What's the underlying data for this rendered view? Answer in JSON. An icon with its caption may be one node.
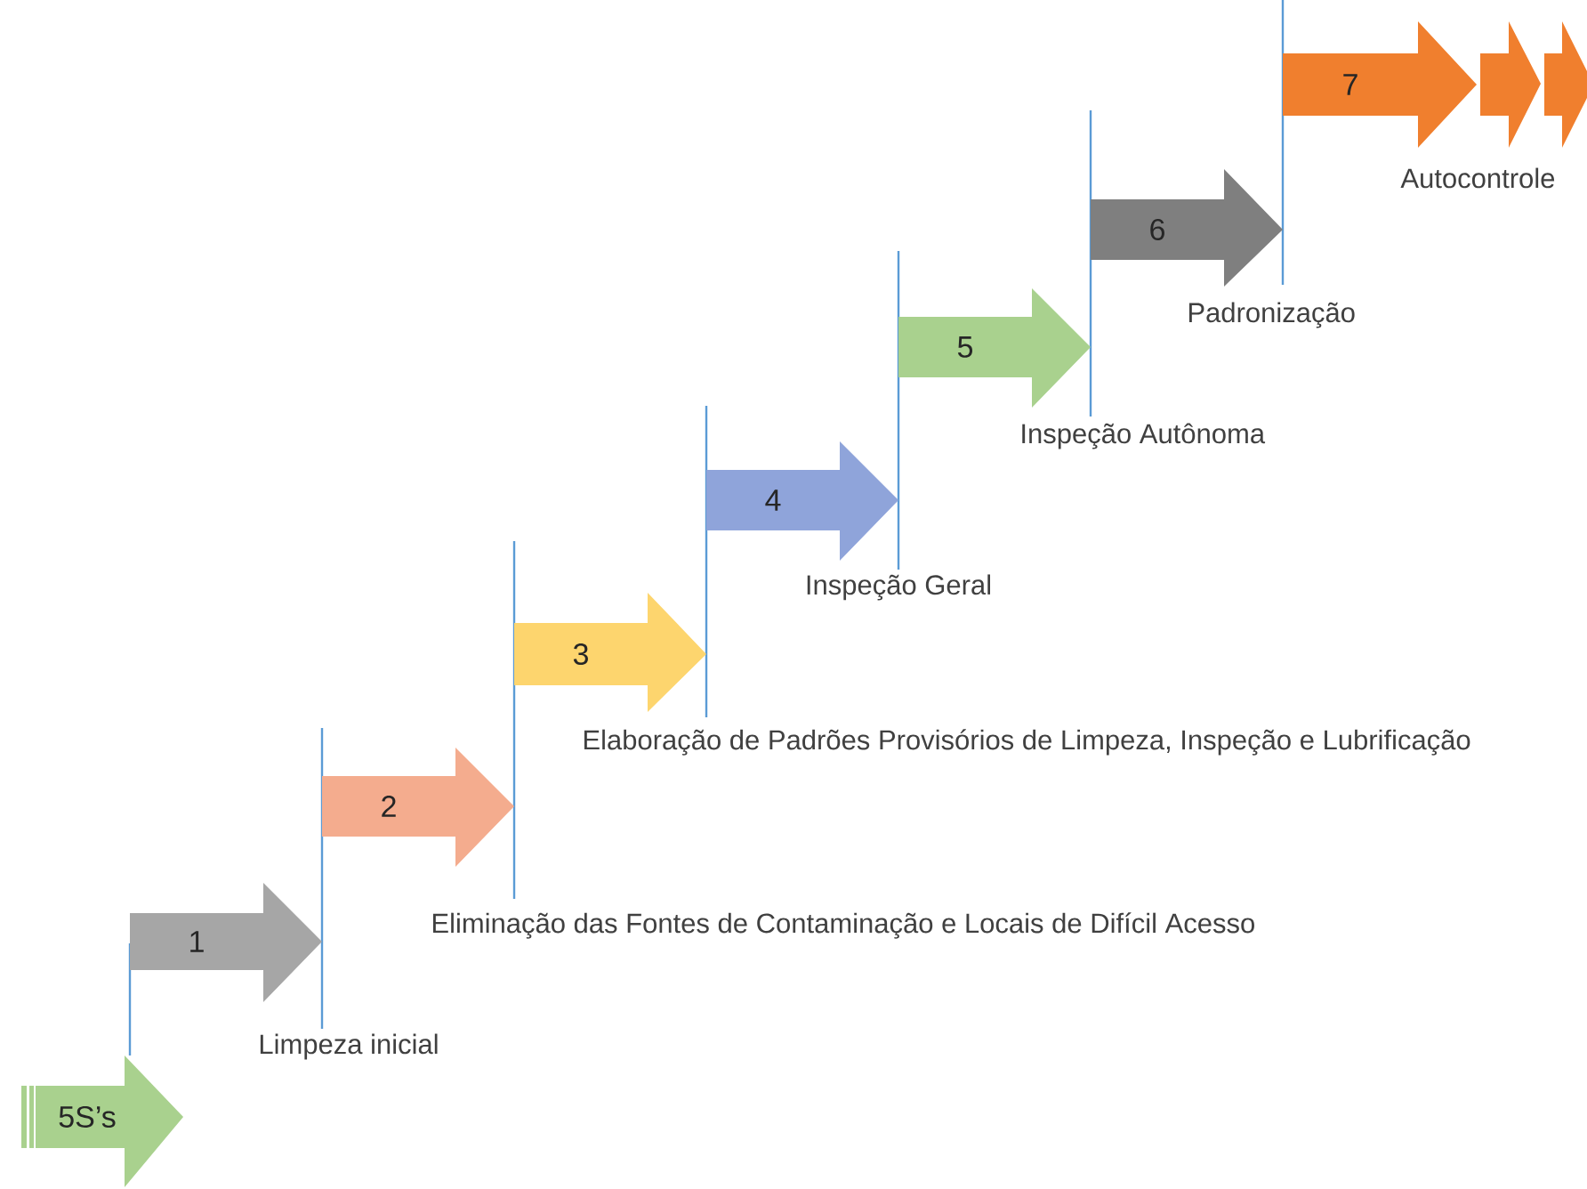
{
  "diagram": {
    "nodes": [
      {
        "text": [
          "5S’s"
        ]
      },
      {
        "text": [
          "1"
        ],
        "beside": [
          "Limpeza inicial"
        ]
      },
      {
        "text": [
          "2"
        ],
        "beside": [
          "Eliminação das Fontes de Contaminação e Locais de Difícil Acesso"
        ]
      },
      {
        "text": [
          "3"
        ],
        "beside": [
          "Elaboração de Padrões Provisórios de Limpeza, Inspeção e Lubrificação"
        ]
      },
      {
        "text": [
          "4"
        ],
        "beside": [
          "Inspeção Geral"
        ]
      },
      {
        "text": [
          "5"
        ],
        "beside": [
          "Inspeção Autônoma"
        ]
      },
      {
        "text": [
          "6"
        ],
        "beside": [
          "Padronização"
        ]
      },
      {
        "text": [
          "7"
        ],
        "beside": [
          "Autocontrole"
        ]
      }
    ]
  }
}
